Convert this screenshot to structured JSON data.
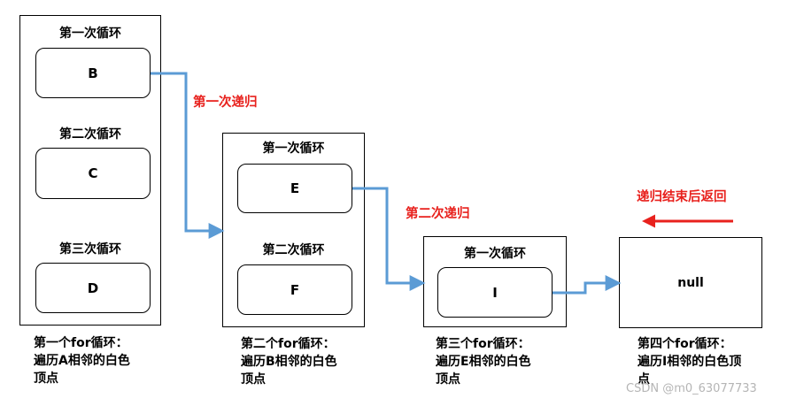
{
  "frames": [
    {
      "loops": [
        "第一次循环",
        "第二次循环",
        "第三次循环"
      ],
      "vertices": [
        "B",
        "C",
        "D"
      ],
      "caption": [
        "第一个for循环：",
        "遍历A相邻的白色",
        "顶点"
      ]
    },
    {
      "loops": [
        "第一次循环",
        "第二次循环"
      ],
      "vertices": [
        "E",
        "F"
      ],
      "caption": [
        "第二个for循环：",
        "遍历B相邻的白色",
        "顶点"
      ]
    },
    {
      "loops": [
        "第一次循环"
      ],
      "vertices": [
        "I"
      ],
      "caption": [
        "第三个for循环：",
        "遍历E相邻的白色",
        "顶点"
      ]
    },
    {
      "content": "null",
      "caption": [
        "第四个for循环：",
        "遍历I相邻的白色顶",
        "点"
      ]
    }
  ],
  "arrows": {
    "first_recursion": "第一次递归",
    "second_recursion": "第二次递归",
    "return_label": "递归结束后返回"
  },
  "colors": {
    "recursion_arrow": "#5b9bd5",
    "recursion_label": "#e8211d",
    "return_arrow": "#e8211d"
  },
  "watermark": "CSDN @m0_63077733"
}
